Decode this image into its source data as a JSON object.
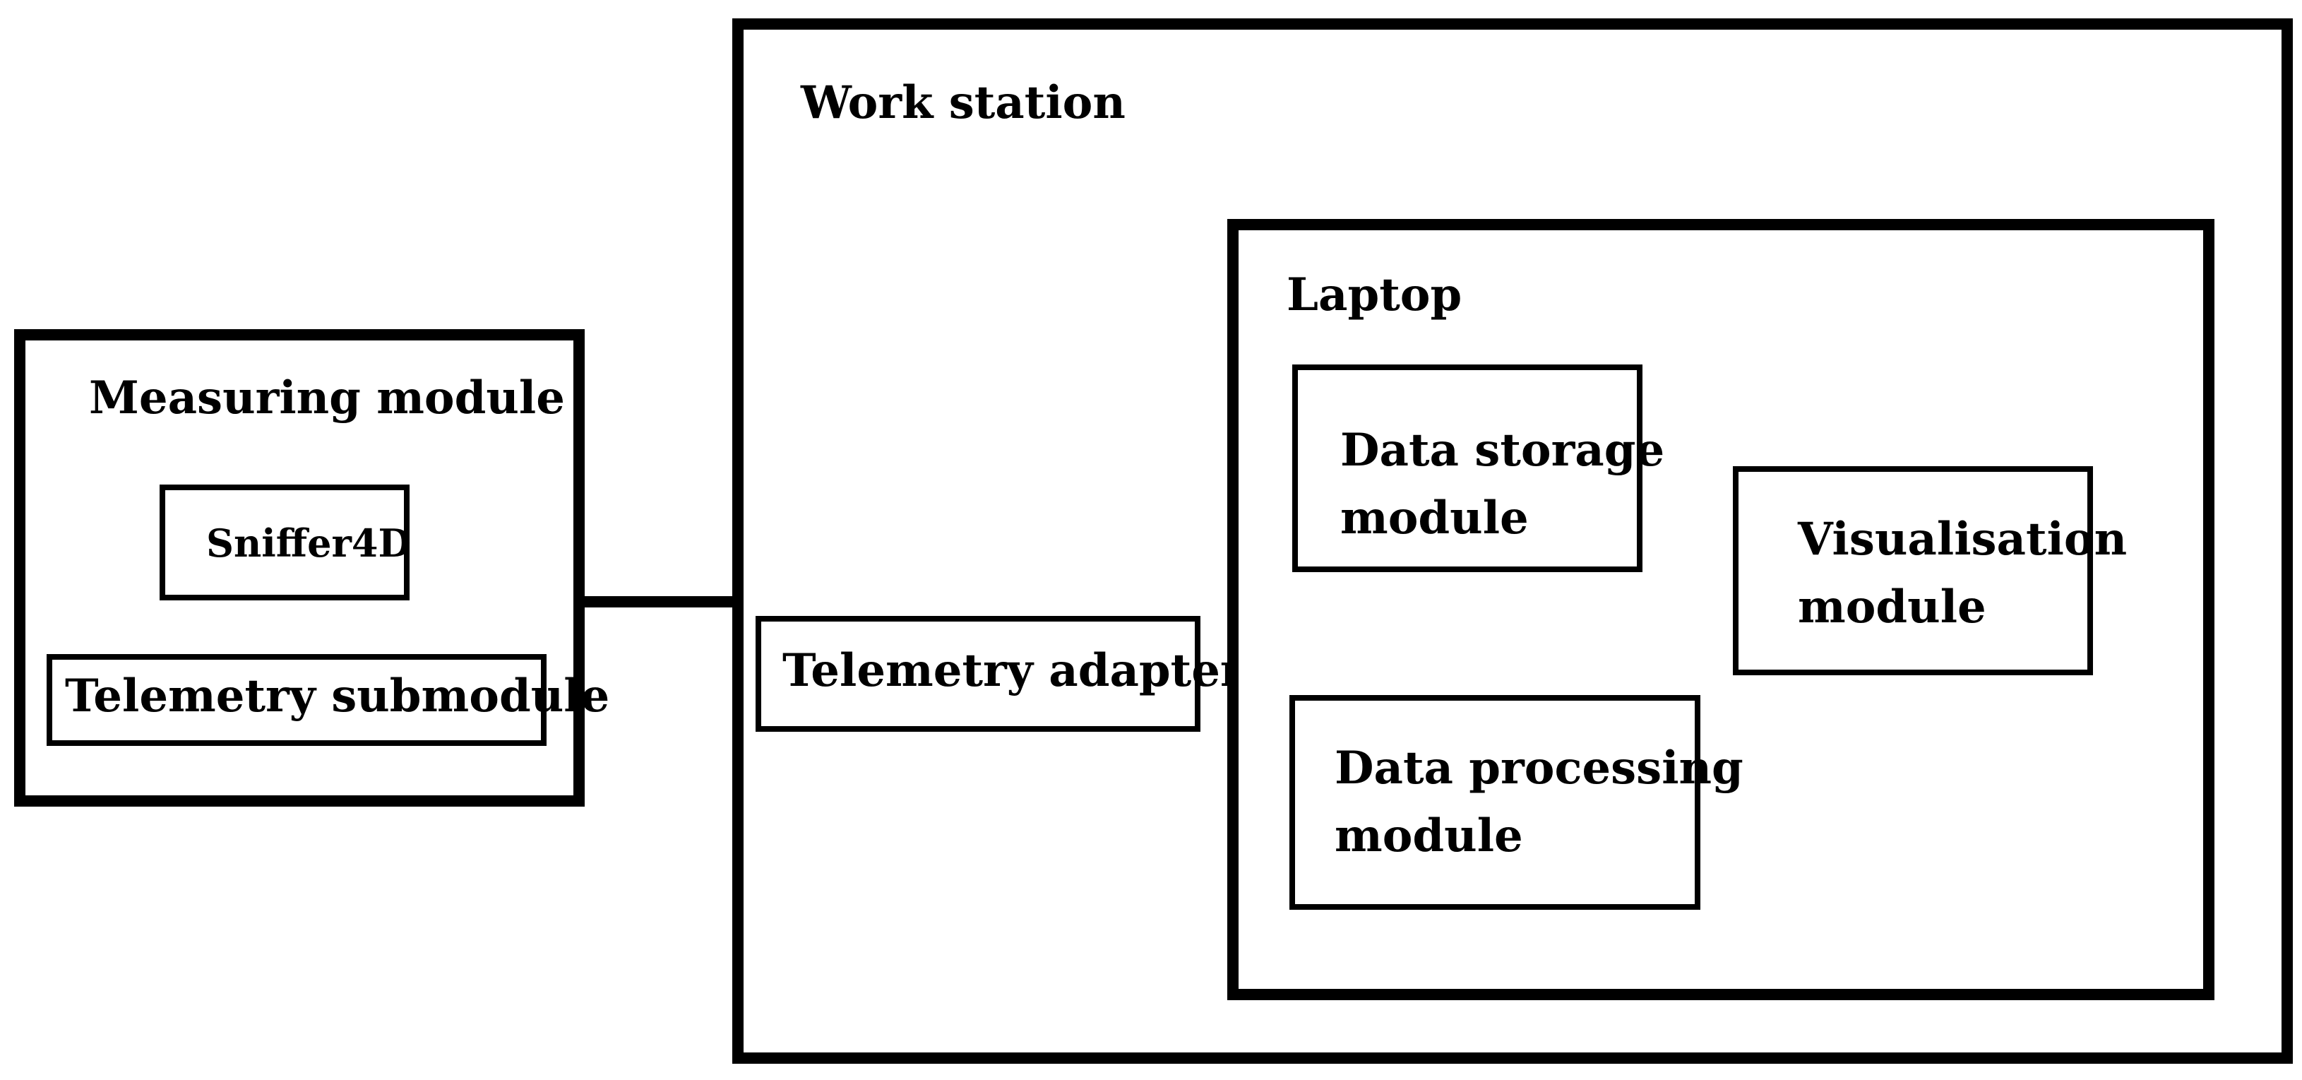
{
  "measuring_module": {
    "title": "Measuring module",
    "sniffer": "Sniffer4D",
    "telemetry_submodule": "Telemetry submodule"
  },
  "work_station": {
    "title": "Work station",
    "telemetry_adapter": "Telemetry adapter",
    "laptop": {
      "title": "Laptop",
      "data_storage": [
        "Data storage",
        "module"
      ],
      "data_processing": [
        "Data processing",
        "module"
      ],
      "visualisation": [
        "Visualisation",
        "module"
      ]
    }
  },
  "colors": {
    "stroke": "#000000",
    "background": "#ffffff"
  }
}
